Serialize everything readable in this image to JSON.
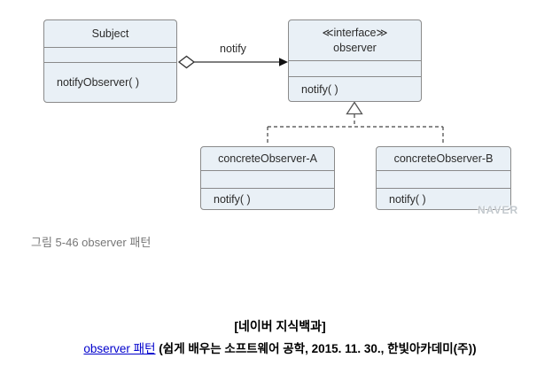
{
  "diagram": {
    "classes": {
      "subject": {
        "name": "Subject",
        "attributes": "",
        "method": "notifyObserver( )"
      },
      "observer": {
        "stereotype": "≪interface≫",
        "name": "observer",
        "attributes": "",
        "method": "notify( )"
      },
      "concrete_a": {
        "name": "concreteObserver-A",
        "attributes": "",
        "method": "notify( )"
      },
      "concrete_b": {
        "name": "concreteObserver-B",
        "attributes": "",
        "method": "notify( )"
      }
    },
    "relationships": {
      "association_label": "notify",
      "aggregation": "Subject ◇— notify —▶ observer",
      "realization": "concreteObserver-A, concreteObserver-B ---▷ observer"
    },
    "watermark": "NAVER"
  },
  "caption": "그림 5-46 observer 패턴",
  "footer": {
    "source_title": "[네이버 지식백과]",
    "link_text": "observer 패턴",
    "citation": "(쉽게 배우는 소프트웨어 공학, 2015. 11. 30., 한빛아카데미(주))"
  },
  "colors": {
    "box_fill": "#e9f0f6",
    "box_border": "#8a8a8a",
    "connector_line": "#333333",
    "caption_text": "#777777",
    "link_blue": "#0000cc",
    "watermark_gray": "#b9c0c6"
  }
}
